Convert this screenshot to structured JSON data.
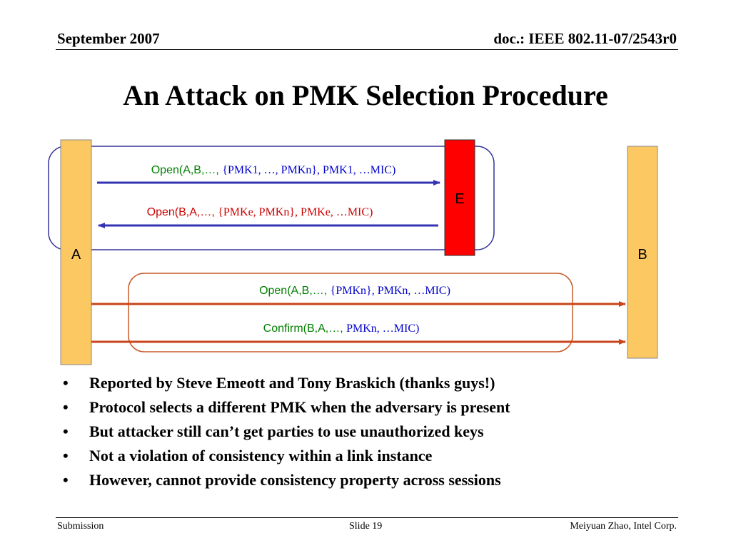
{
  "header": {
    "date": "September 2007",
    "doc_id": "doc.: IEEE 802.11-07/2543r0"
  },
  "title": "An Attack on PMK Selection Procedure",
  "diagram": {
    "entities": {
      "a": "A",
      "e": "E",
      "b": "B"
    },
    "messages": [
      {
        "prefix": "Open(A,B,…, ",
        "body": "{PMK1, …, PMKn}, PMK1, …MIC)"
      },
      {
        "prefix": "Open(B,A,…, ",
        "body": "{PMKe, PMKn}, PMKe, …MIC)"
      },
      {
        "prefix": "Open(A,B,…, ",
        "body": "{PMKn}, PMKn, …MIC)"
      },
      {
        "prefix": "Confirm(B,A,…, ",
        "body": "PMKn, …MIC)"
      }
    ],
    "colors": {
      "box_border": "#33339a",
      "box2_border": "#c85a2a",
      "entity_fill": "#fcc862",
      "attacker_fill": "#ff0000",
      "attack_arrow": "#3333b3",
      "legit_arrow": "#c8441a",
      "attack_text": "#008000",
      "attack_text_serif": "#0000cc",
      "legit_text_e": "#cc0000"
    }
  },
  "bullets": [
    "Reported by Steve Emeott and Tony Braskich (thanks guys!)",
    "Protocol selects a different PMK when the adversary is present",
    "But attacker still can’t get parties to use unauthorized keys",
    "Not a violation of consistency within a link instance",
    "However, cannot provide consistency property across sessions"
  ],
  "footer": {
    "left": "Submission",
    "center": "Slide 19",
    "right": "Meiyuan Zhao, Intel Corp."
  }
}
